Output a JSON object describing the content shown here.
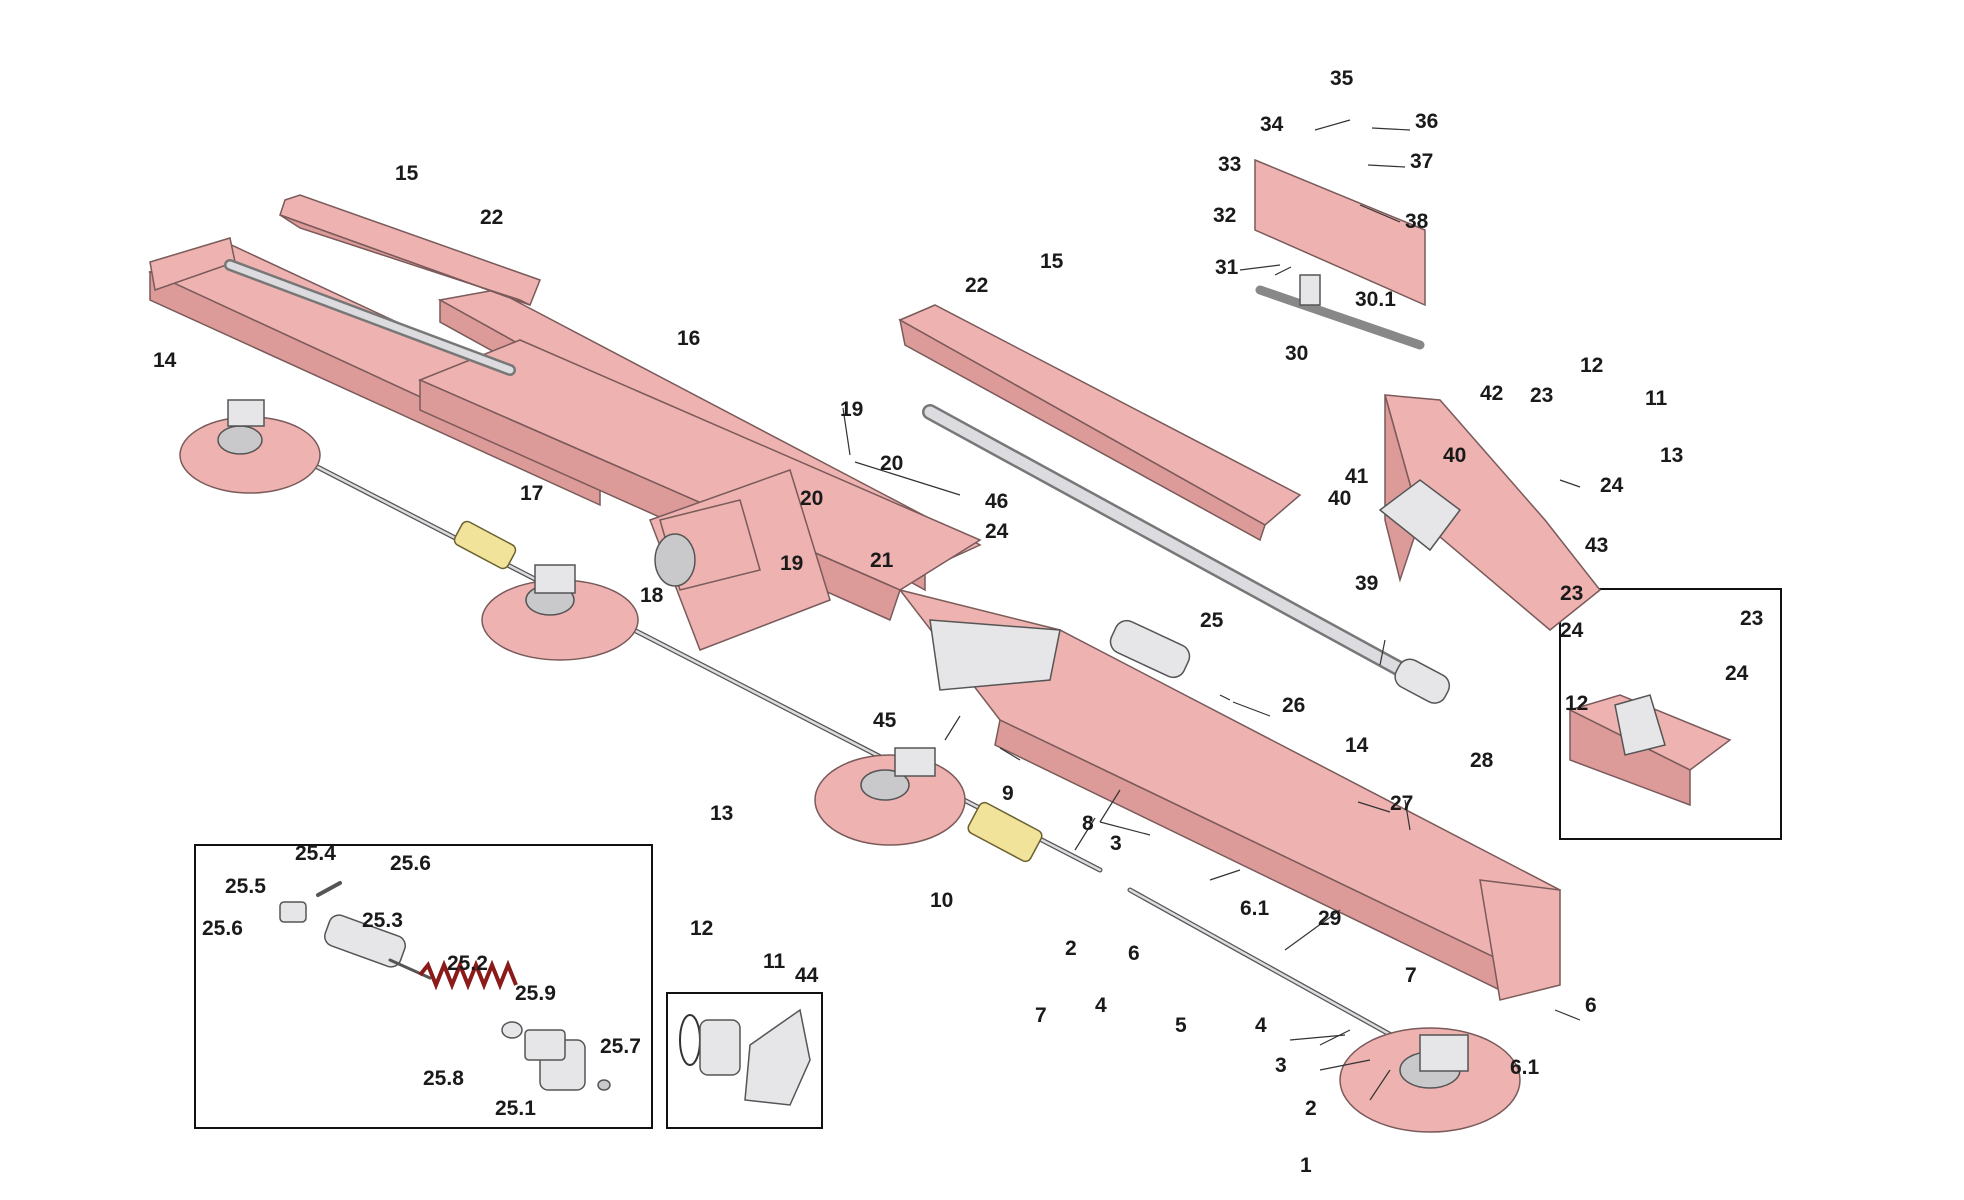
{
  "title": "",
  "labels": {
    "p1": "1",
    "p2a": "2",
    "p2b": "2",
    "p3a": "3",
    "p3b": "3",
    "p4a": "4",
    "p4b": "4",
    "p5": "5",
    "p6a": "6",
    "p6b": "6",
    "p6_1a": "6.1",
    "p6_1b": "6.1",
    "p7a": "7",
    "p7b": "7",
    "p8": "8",
    "p9": "9",
    "p10": "10",
    "p11a": "11",
    "p11b": "11",
    "p12a": "12",
    "p12b": "12",
    "p12c": "12",
    "p13a": "13",
    "p13b": "13",
    "p14a": "14",
    "p14b": "14",
    "p15a": "15",
    "p15b": "15",
    "p16": "16",
    "p17": "17",
    "p18": "18",
    "p19a": "19",
    "p19b": "19",
    "p20a": "20",
    "p20b": "20",
    "p21": "21",
    "p22a": "22",
    "p22b": "22",
    "p23a": "23",
    "p23b": "23",
    "p23c": "23",
    "p24a": "24",
    "p24b": "24",
    "p24c": "24",
    "p24d": "24",
    "p25": "25",
    "p25_1": "25.1",
    "p25_2": "25.2",
    "p25_3": "25.3",
    "p25_4": "25.4",
    "p25_5": "25.5",
    "p25_6a": "25.6",
    "p25_6b": "25.6",
    "p25_7": "25.7",
    "p25_8": "25.8",
    "p25_9": "25.9",
    "p26": "26",
    "p27": "27",
    "p28": "28",
    "p29": "29",
    "p30": "30",
    "p30_1": "30.1",
    "p31": "31",
    "p32": "32",
    "p33": "33",
    "p34": "34",
    "p35": "35",
    "p36": "36",
    "p37": "37",
    "p38": "38",
    "p39": "39",
    "p40a": "40",
    "p40b": "40",
    "p41": "41",
    "p42": "42",
    "p43": "43",
    "p44": "44",
    "p45": "45",
    "p46": "46"
  },
  "colors": {
    "frame": "#eeb3b1",
    "frame_dark": "#dc9a98",
    "steel": "#c9c9cc",
    "coupling": "#f1e39a"
  }
}
